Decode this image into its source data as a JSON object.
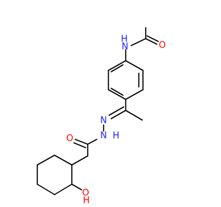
{
  "molecule": {
    "atoms": {
      "amide_nh": {
        "text": "N",
        "h": "H",
        "element": "N"
      },
      "amide_o": {
        "text": "O",
        "element": "O"
      },
      "imine_n": {
        "text": "N",
        "element": "N"
      },
      "hydrazide_nh": {
        "text": "N",
        "h": "H",
        "element": "N"
      },
      "carbonyl_o": {
        "text": "O",
        "element": "O"
      },
      "hydroxyl_o": {
        "text": "O",
        "h": "H",
        "element": "O"
      }
    },
    "colors": {
      "bond": "#000000",
      "nitrogen": "#1f1fff",
      "oxygen": "#ff0000",
      "background": "#ffffff"
    }
  }
}
